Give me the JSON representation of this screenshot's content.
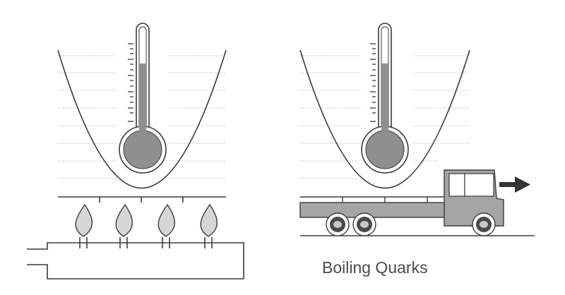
{
  "caption": "Boiling Quarks",
  "colors": {
    "ink": "#3a3a3a",
    "mercury": "#8f8f8f",
    "vessel_level": "#b9b9b9",
    "truck_body": "#a5a5a5",
    "flame_fill": "#d6d6d6",
    "tire": "#4a4a4a",
    "hub": "#c8c8c8"
  },
  "icons": {
    "left_panel": [
      "parabola-vessel-icon",
      "thermometer-icon",
      "flame-icon",
      "gas-burner-pipe-icon"
    ],
    "right_panel": [
      "parabola-vessel-icon",
      "thermometer-icon",
      "flatbed-truck-icon",
      "motion-arrow-icon"
    ]
  },
  "thermometer_fill_fraction": 0.68,
  "burner_flame_count": 4,
  "truck_direction": "right"
}
